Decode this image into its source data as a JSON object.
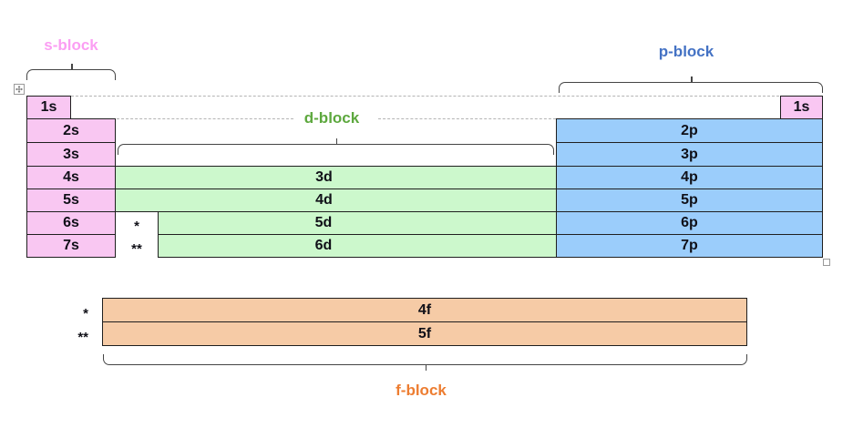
{
  "block_labels": {
    "s": "s-block",
    "p": "p-block",
    "d": "d-block",
    "f": "f-block"
  },
  "cells": {
    "s_column": [
      "1s",
      "2s",
      "3s",
      "4s",
      "5s",
      "6s",
      "7s"
    ],
    "d_rows": [
      "3d",
      "4d",
      "5d",
      "6d"
    ],
    "p_rows": [
      "2p",
      "3p",
      "4p",
      "5p",
      "6p",
      "7p"
    ],
    "top_right_cell": "1s",
    "f_rows": [
      "4f",
      "5f"
    ]
  },
  "markers": {
    "single": "*",
    "double": "**"
  },
  "colors": {
    "s_fill": "#f9c7f2",
    "d_fill": "#ccf8cc",
    "p_fill": "#9bcdfb",
    "f_fill": "#f6cba6",
    "s_label": "#fb9ef3",
    "p_label": "#4472c4",
    "d_label": "#5da83e",
    "f_label": "#ed7d31"
  }
}
